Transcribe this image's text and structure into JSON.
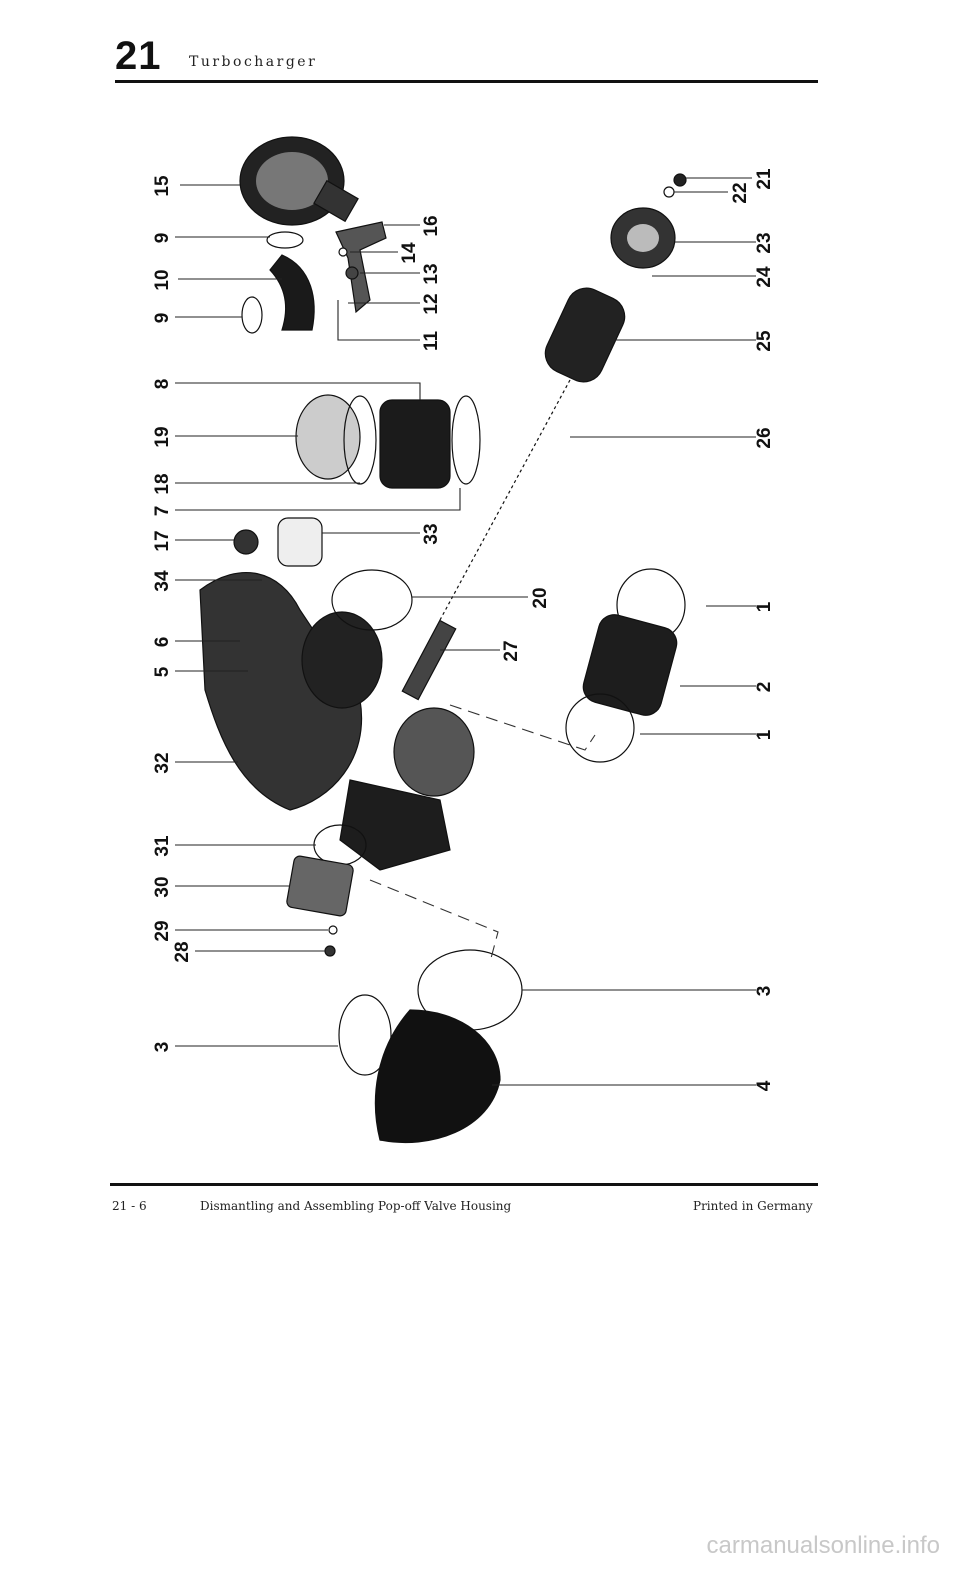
{
  "header": {
    "chapter": "21",
    "title": "Turbocharger"
  },
  "footer": {
    "page": "21 - 6",
    "section": "Dismantling and Assembling Pop-off Valve Housing",
    "printed": "Printed in Germany"
  },
  "watermark": "carmanualsonline.info",
  "callouts": {
    "left": [
      "15",
      "9",
      "10",
      "9",
      "8",
      "19",
      "18",
      "7",
      "17",
      "34",
      "6",
      "5",
      "32",
      "31",
      "30",
      "29",
      "28",
      "3"
    ],
    "center": [
      "16",
      "14",
      "13",
      "12",
      "11",
      "33",
      "20",
      "27"
    ],
    "right": [
      "21",
      "22",
      "23",
      "24",
      "25",
      "26",
      "1",
      "2",
      "1",
      "3",
      "4"
    ]
  }
}
